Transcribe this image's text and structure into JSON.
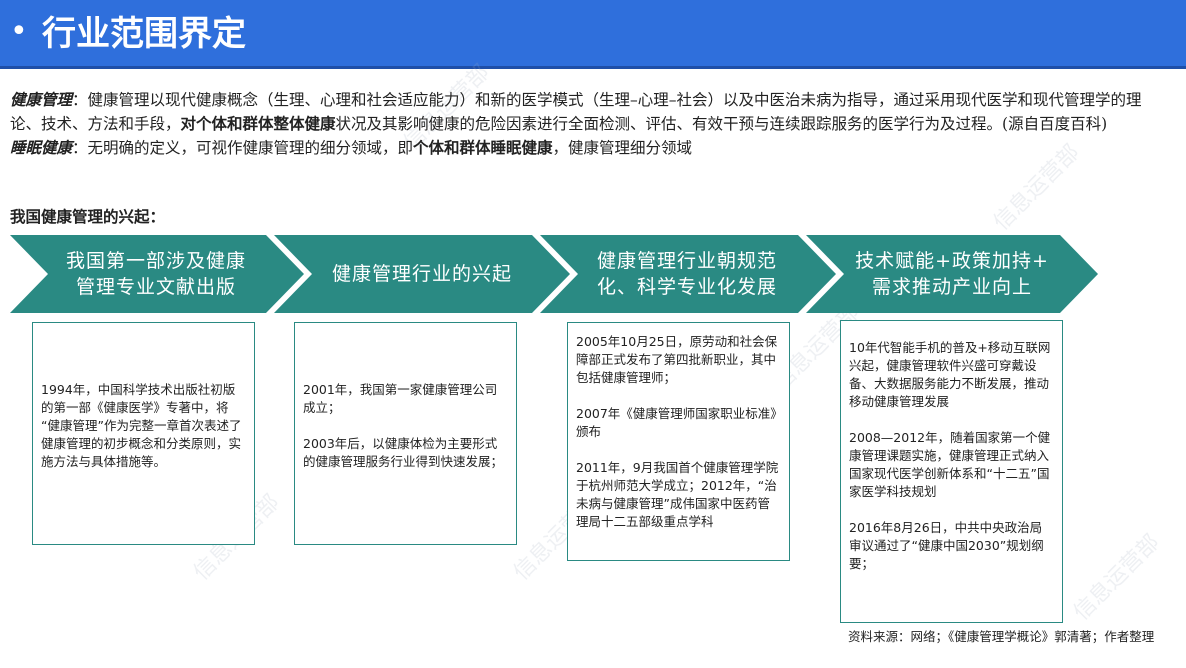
{
  "header": {
    "bullet": "•",
    "title": "行业范围界定"
  },
  "intro": {
    "p1_term": "健康管理",
    "p1_text_a": "：健康管理以现代健康概念（生理、心理和社会适应能力）和新的医学模式（生理–心理–社会）以及中医治未病为指导，通过采用现代医学和现代管理学的理论、技术、方法和手段，",
    "p1_bold": "对个体和群体整体健康",
    "p1_text_b": "状况及其影响健康的危险因素进行全面检测、评估、有效干预与连续跟踪服务的医学行为及过程。(源自百度百科)",
    "p2_term": "睡眠健康",
    "p2_text_a": "：无明确的定义，可视作健康管理的细分领域，即",
    "p2_bold": "个体和群体睡眠健康",
    "p2_text_b": "，健康管理细分领域"
  },
  "subhead": "我国健康管理的兴起：",
  "colors": {
    "header": "#2f6fdc",
    "chevron": "#2a8a83",
    "box_border": "#2a8a83"
  },
  "stages": [
    {
      "title_line1": "我国第一部涉及健康",
      "title_line2": "管理专业文献出版",
      "paragraphs": [
        "1994年，中国科学技术出版社初版的第一部《健康医学》专著中，将 “健康管理”作为完整一章首次表述了健康管理的初步概念和分类原则，实施方法与具体措施等。"
      ]
    },
    {
      "title_line1": "健康管理行业的兴起",
      "title_line2": "",
      "paragraphs": [
        "2001年，我国第一家健康管理公司成立；",
        "2003年后，以健康体检为主要形式的健康管理服务行业得到快速发展；"
      ]
    },
    {
      "title_line1": "健康管理行业朝规范",
      "title_line2": "化、科学专业化发展",
      "paragraphs": [
        "2005年10月25日，原劳动和社会保障部正式发布了第四批新职业，其中包括健康管理师；",
        "2007年《健康管理师国家职业标准》颁布",
        "2011年，9月我国首个健康管理学院于杭州师范大学成立；2012年，“治未病与健康管理”成伟国家中医药管理局十二五部级重点学科"
      ]
    },
    {
      "title_line1": "技术赋能+政策加持+",
      "title_line2": "需求推动产业向上",
      "paragraphs": [
        "10年代智能手机的普及+移动互联网兴起，健康管理软件兴盛可穿戴设备、大数据服务能力不断发展，推动移动健康管理发展",
        "2008—2012年，随着国家第一个健康管理课题实施，健康管理正式纳入国家现代医学创新体系和“十二五”国家医学科技规划",
        "2016年8月26日，中共中央政治局审议通过了“健康中国2030”规划纲要；"
      ]
    }
  ],
  "source": "资料来源：网络；《健康管理学概论》郭清著；作者整理"
}
